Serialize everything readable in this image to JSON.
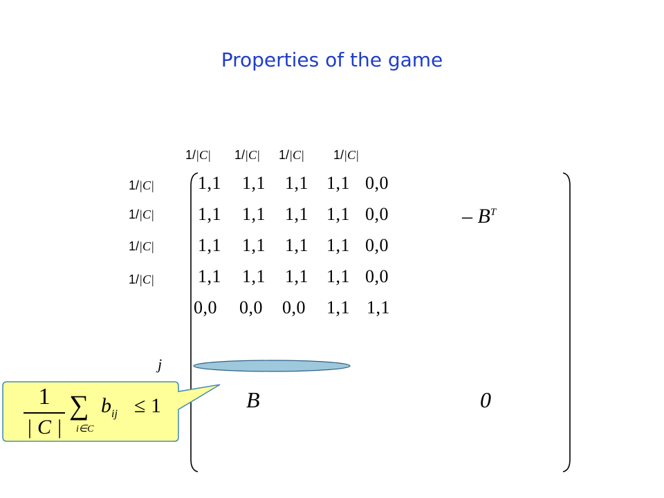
{
  "title": "Properties of the game",
  "col_labels": [
    {
      "num": "1/",
      "c": "|C|"
    },
    {
      "num": "1/",
      "c": "|C|"
    },
    {
      "num": "1/",
      "c": "|C|"
    },
    {
      "num": "1/",
      "c": "|C|"
    }
  ],
  "row_labels": [
    {
      "num": "1/",
      "c": "|C|"
    },
    {
      "num": "1/",
      "c": "|C|"
    },
    {
      "num": "1/",
      "c": "|C|"
    },
    {
      "num": "1/",
      "c": "|C|"
    }
  ],
  "matrix_rows": [
    [
      "1,1",
      "1,1",
      "1,1",
      "1,1",
      "0,0"
    ],
    [
      "1,1",
      "1,1",
      "1,1",
      "1,1",
      "0,0"
    ],
    [
      "1,1",
      "1,1",
      "1,1",
      "1,1",
      "0,0"
    ],
    [
      "1,1",
      "1,1",
      "1,1",
      "1,1",
      "0,0"
    ],
    [
      "0,0",
      "0,0",
      "0,0",
      "1,1",
      "1,1"
    ]
  ],
  "neg_bt": {
    "minus": "–",
    "b": "B",
    "t": "T"
  },
  "row_j": "j",
  "block_b": "B",
  "block_zero": "0",
  "callout": {
    "num": "1",
    "den": "| C |",
    "sum": "∑",
    "sub": "i∈C",
    "term_b": "b",
    "term_sub": "ij",
    "rhs": "≤ 1"
  },
  "colors": {
    "title": "#1f3ec8",
    "ellipse": "#9ec9dc",
    "callout_fill": "#ffff99",
    "callout_stroke": "#4a8bb5"
  }
}
